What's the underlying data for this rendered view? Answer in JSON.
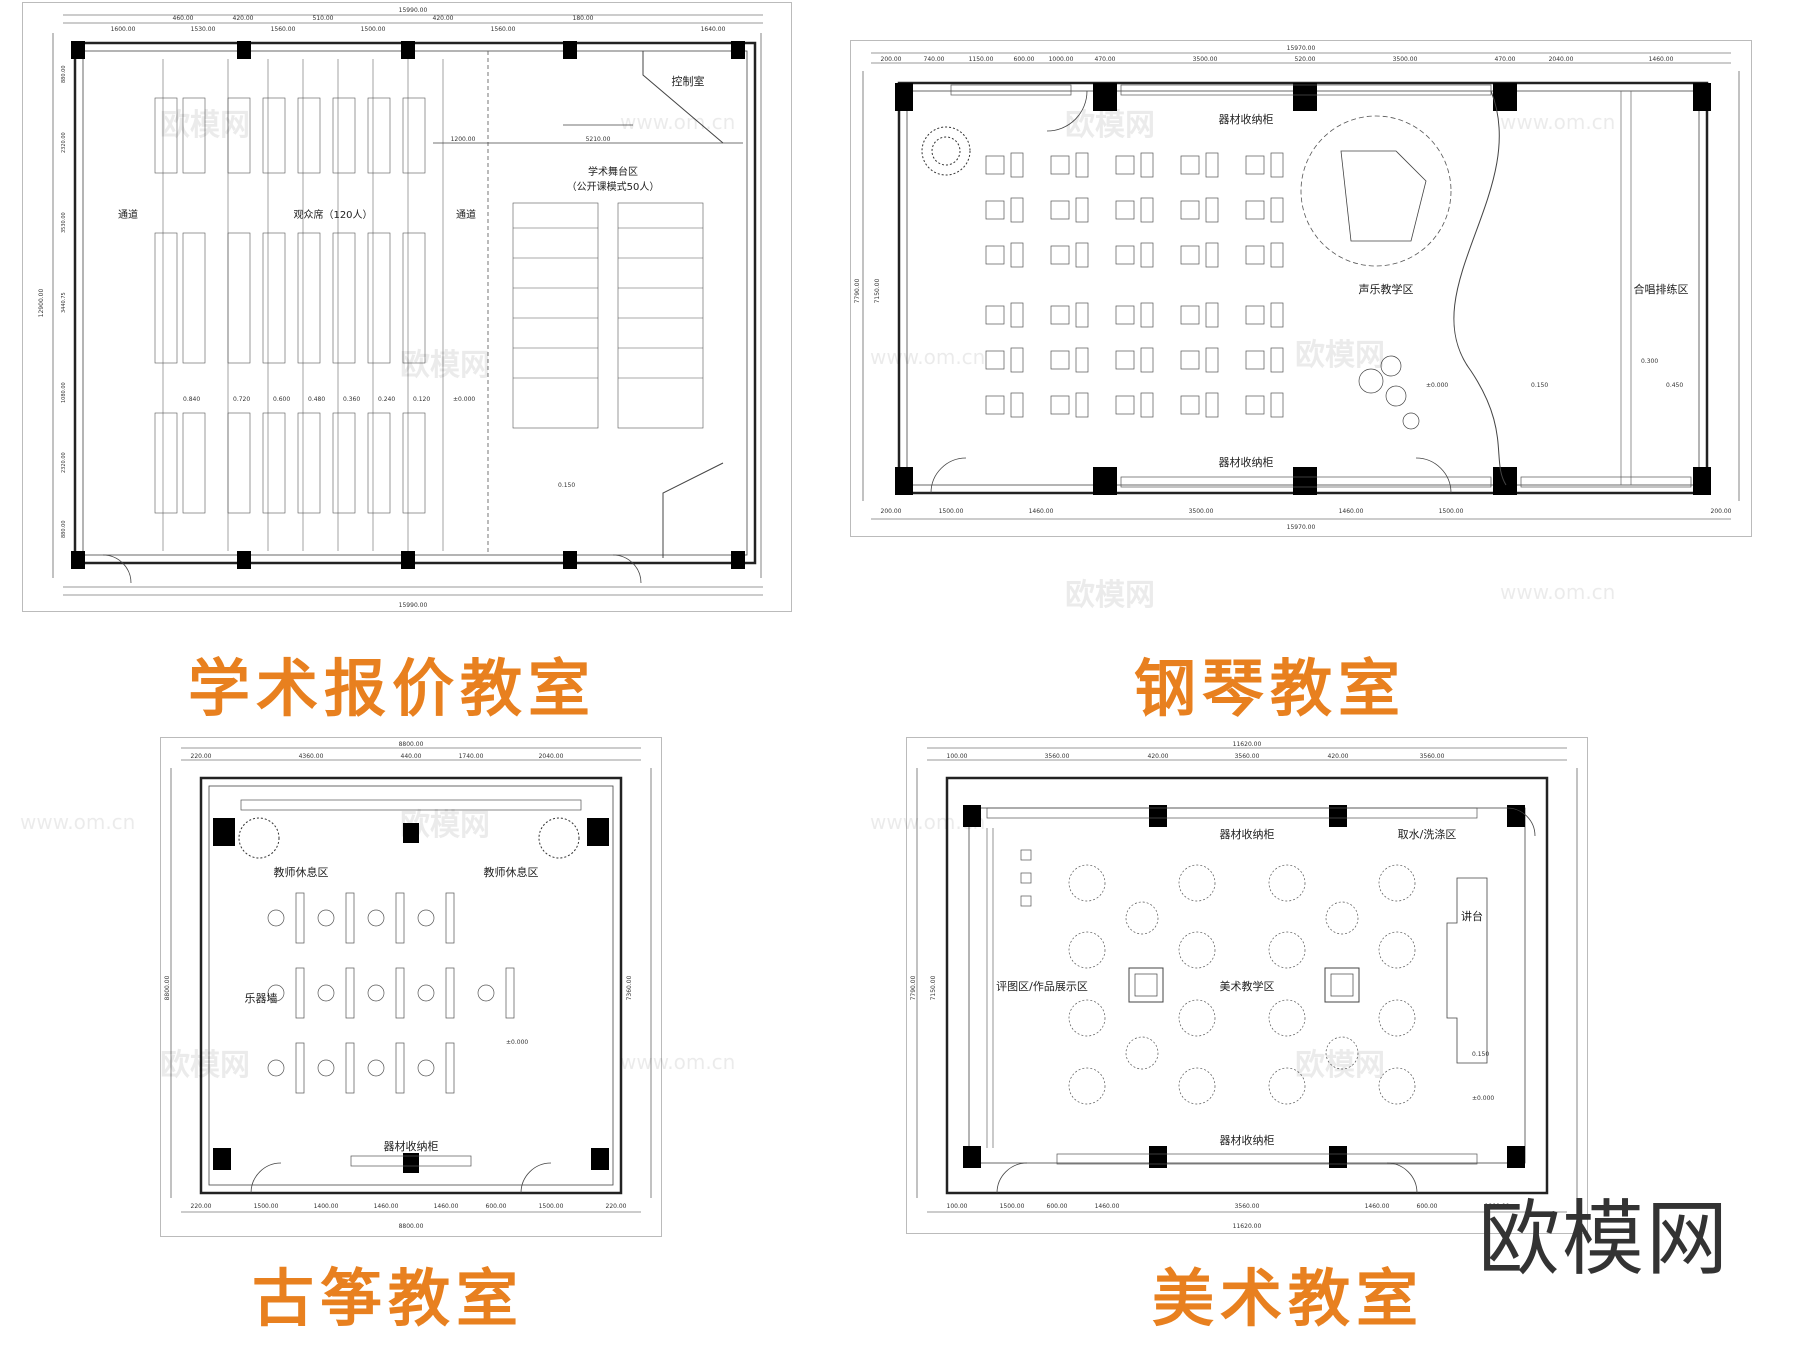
{
  "plans": [
    {
      "title": "学术报价教室",
      "labels": [
        "控制室",
        "学术舞台区",
        "（公开课模式50人）",
        "通道",
        "观众席（120人）",
        "通道"
      ],
      "dims_top": [
        "1600.00",
        "460.00",
        "1530.00",
        "420.00",
        "1560.00",
        "510.00",
        "1500.00",
        "420.00",
        "1560.00",
        "180.00",
        "1640.00"
      ],
      "overall": "15990.00",
      "levels": [
        "0.840",
        "0.720",
        "0.600",
        "0.480",
        "0.360",
        "0.240",
        "0.120",
        "±0.000",
        "0.150"
      ],
      "stage_dim": "5210.00",
      "aisle_dim": "1200.00",
      "side_dims": [
        "880.00",
        "2320.00",
        "3530.00",
        "3440.75",
        "1080.00",
        "2320.00",
        "880.00"
      ],
      "total_h": "12900.00"
    },
    {
      "title": "钢琴教室",
      "labels": [
        "器材收纳柜",
        "声乐教学区",
        "合唱排练区",
        "器材收纳柜"
      ],
      "dims_top": [
        "200.00",
        "740.00",
        "1150.00",
        "600.00",
        "1000.00",
        "470.00",
        "3500.00",
        "520.00",
        "3500.00",
        "470.00",
        "2040.00",
        "1460.00"
      ],
      "overall": "15970.00",
      "dims_bottom": [
        "200.00",
        "1500.00",
        "1460.00",
        "3500.00",
        "1460.00",
        "1500.00",
        "200.00"
      ],
      "levels": [
        "±0.000",
        "0.150",
        "0.300",
        "0.450"
      ],
      "side_dims": [
        "7790.00",
        "7150.00"
      ]
    },
    {
      "title": "古筝教室",
      "labels": [
        "教师休息区",
        "教师休息区",
        "乐器墙",
        "器材收纳柜"
      ],
      "dims_top": [
        "220.00",
        "4360.00",
        "440.00",
        "1740.00",
        "2040.00"
      ],
      "overall": "8800.00",
      "dims_bottom": [
        "220.00",
        "1500.00",
        "1400.00",
        "1460.00",
        "1460.00",
        "600.00",
        "1500.00",
        "220.00"
      ],
      "levels": [
        "±0.000"
      ],
      "side_dims": [
        "8800.00",
        "7360.00"
      ]
    },
    {
      "title": "美术教室",
      "labels": [
        "器材收纳柜",
        "取水/洗涤区",
        "讲台",
        "评图区/作品展示区",
        "美术教学区",
        "器材收纳柜"
      ],
      "dims_top": [
        "100.00",
        "3560.00",
        "420.00",
        "3560.00",
        "420.00",
        "3560.00"
      ],
      "overall": "11620.00",
      "dims_bottom": [
        "100.00",
        "1500.00",
        "600.00",
        "1460.00",
        "3560.00",
        "1460.00",
        "600.00",
        "1800.00"
      ],
      "levels": [
        "0.150",
        "±0.000"
      ],
      "side_dims": [
        "7790.00",
        "7150.00"
      ]
    }
  ],
  "brand": "欧模网",
  "watermark": "欧模网",
  "watermark_url": "www.om.cn"
}
